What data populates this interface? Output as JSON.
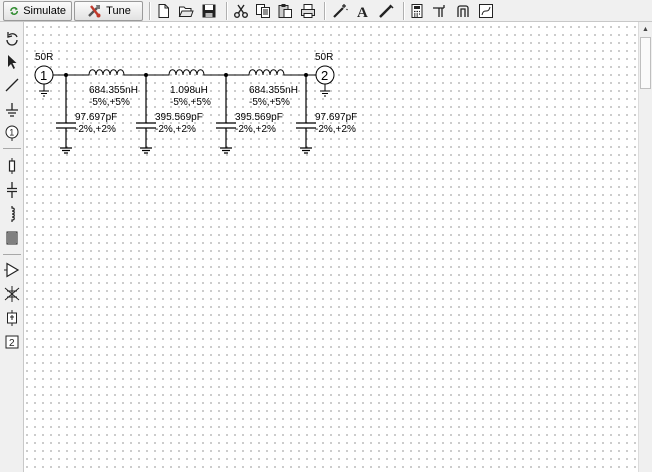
{
  "toolbar": {
    "simulate_label": "Simulate",
    "tune_label": "Tune",
    "icons": [
      "new-document-icon",
      "open-folder-icon",
      "save-disk-icon",
      "cut-icon",
      "copy-icon",
      "paste-icon",
      "print-icon",
      "wand-icon",
      "text-icon",
      "line-pen-icon",
      "calculator-icon",
      "transmission-line-icon",
      "coupler-icon",
      "smith-chart-icon"
    ]
  },
  "palette": {
    "icons": [
      "rotate-icon",
      "select-arrow-icon",
      "wire-icon",
      "ground-icon",
      "port-icon",
      "resistor-icon",
      "capacitor-icon",
      "inductor-icon",
      "transformer-icon",
      "amplifier-icon",
      "crystal-icon",
      "subcircuit-icon",
      "two-port-icon"
    ]
  },
  "schematic": {
    "port1": {
      "number": "1",
      "impedance": "50R"
    },
    "port2": {
      "number": "2",
      "impedance": "50R"
    },
    "inductors": [
      {
        "value": "684.355nH",
        "tolerance": "-5%,+5%"
      },
      {
        "value": "1.098uH",
        "tolerance": "-5%,+5%"
      },
      {
        "value": "684.355nH",
        "tolerance": "-5%,+5%"
      }
    ],
    "capacitors": [
      {
        "value": "97.697pF",
        "tolerance": "-2%,+2%"
      },
      {
        "value": "395.569pF",
        "tolerance": "-2%,+2%"
      },
      {
        "value": "395.569pF",
        "tolerance": "-2%,+2%"
      },
      {
        "value": "97.697pF",
        "tolerance": "-2%,+2%"
      }
    ]
  }
}
